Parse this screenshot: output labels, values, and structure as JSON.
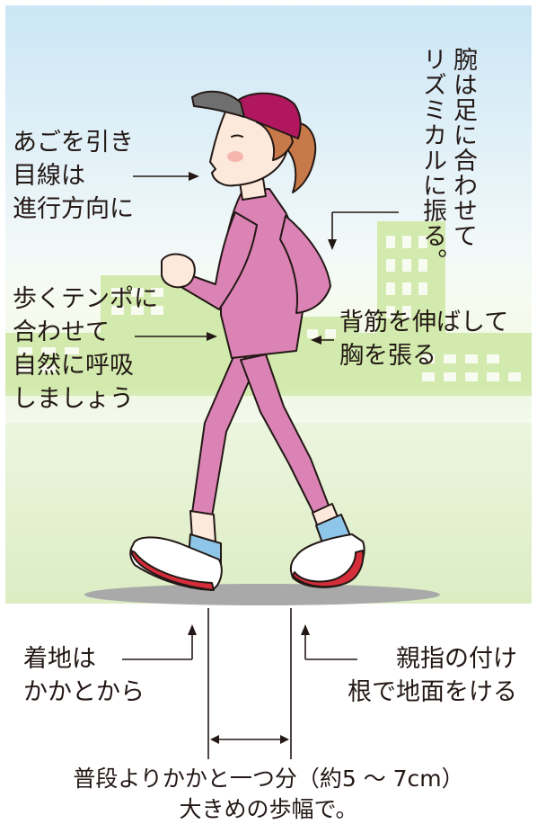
{
  "annotations": {
    "chin": [
      "あごを引き",
      "目線は",
      "進行方向に"
    ],
    "arms": [
      "腕は足に合わせて",
      "リズミカルに振る。"
    ],
    "breathing": [
      "歩くテンポに",
      "合わせて",
      "自然に呼吸",
      "しましょう"
    ],
    "back": [
      "背筋を伸ばして",
      "胸を張る"
    ],
    "heel": [
      "着地は",
      "かかとから"
    ],
    "toe": [
      "親指の付け",
      "根で地面をける"
    ]
  },
  "caption": [
    "普段よりかかと一つ分（約5 ～ 7cm）",
    "大きめの歩幅で。"
  ],
  "colors": {
    "sky_top": "#cfe8f6",
    "ground_green": "#dfeec8",
    "building": "#d6ecb0",
    "suit_pink": "#db83b5",
    "cap_magenta": "#b0175f",
    "visor_gray": "#6f6f6f",
    "hair": "#c8794a",
    "skin": "#fde9dc",
    "sock_blue": "#8ec6ea",
    "shoe_red": "#d62d3a",
    "shadow": "#a7a7a7",
    "line": "#231815"
  },
  "icons": [
    "arrow-icon"
  ]
}
